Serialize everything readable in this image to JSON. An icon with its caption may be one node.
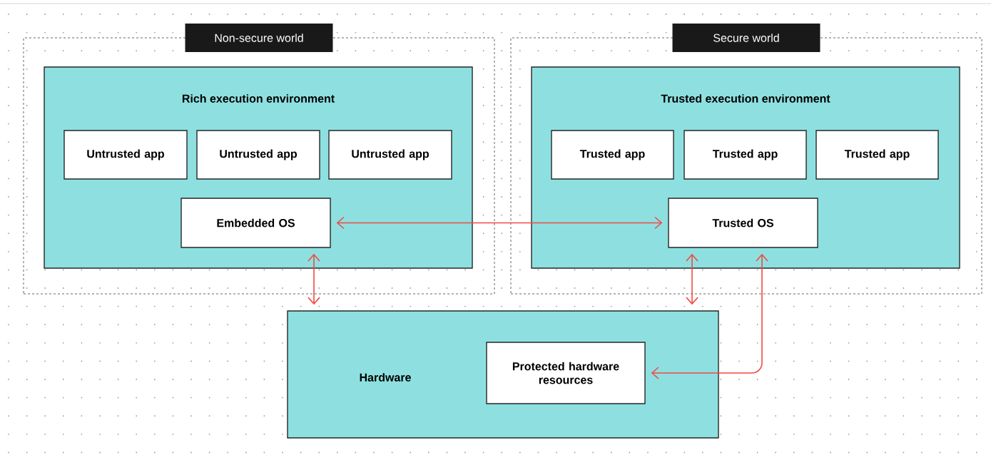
{
  "diagram": {
    "nodes": [
      {
        "text": [
          "Non-secure world"
        ]
      },
      {
        "text": [
          "Rich execution environment"
        ],
        "in": 0
      },
      {
        "text": [
          "Untrusted app"
        ],
        "in": 1
      },
      {
        "text": [
          "Untrusted app"
        ],
        "in": 1
      },
      {
        "text": [
          "Untrusted app"
        ],
        "in": 1
      },
      {
        "text": [
          "Embedded OS"
        ],
        "in": 1
      },
      {
        "text": [
          "Secure world"
        ]
      },
      {
        "text": [
          "Trusted execution environment"
        ],
        "in": 6
      },
      {
        "text": [
          "Trusted app"
        ],
        "in": 7
      },
      {
        "text": [
          "Trusted app"
        ],
        "in": 7
      },
      {
        "text": [
          "Trusted app"
        ],
        "in": 7
      },
      {
        "text": [
          "Trusted OS"
        ],
        "in": 7
      },
      {
        "text": [
          "Hardware"
        ]
      },
      {
        "text": [
          "Protected hardware resources"
        ],
        "in": 12
      }
    ],
    "edges": [
      {
        "from": 5,
        "to": 11,
        "arrow": "both"
      },
      {
        "from": 5,
        "to": 12,
        "arrow": "both"
      },
      {
        "from": 11,
        "to": 12,
        "arrow": "both"
      },
      {
        "from": 11,
        "to": 13,
        "arrow": "both"
      }
    ]
  }
}
